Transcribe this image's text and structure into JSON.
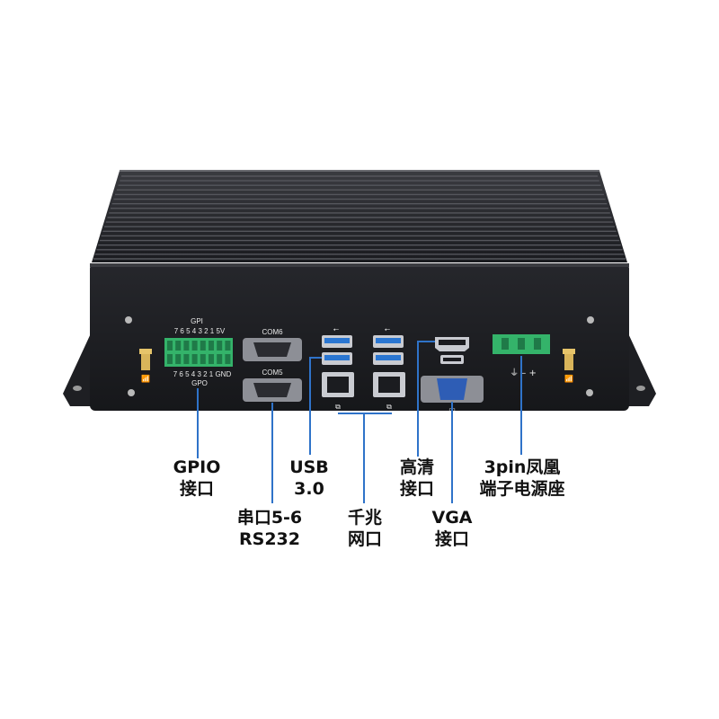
{
  "device": {
    "gpio_top_label": "GPI",
    "gpio_top_pins": "7 6 5 4 3 2 1 5V",
    "gpio_bottom_pins": "7 6 5 4 3 2 1 GND",
    "gpio_bottom_label": "GPO",
    "com_top": "COM6",
    "com_bottom": "COM5",
    "power_symbols": "⏚ – +"
  },
  "callouts": {
    "gpio": [
      "GPIO",
      "接口"
    ],
    "usb": [
      "USB",
      "3.0"
    ],
    "hdmi": [
      "高清",
      "接口"
    ],
    "power": [
      "3pin凤凰",
      "端子电源座"
    ],
    "serial": [
      "串口5-6",
      "RS232"
    ],
    "lan": [
      "千兆",
      "网口"
    ],
    "vga": [
      "VGA",
      "接口"
    ]
  },
  "colors": {
    "chassis": "#1b1c20",
    "terminal_green": "#34b36a",
    "usb_blue": "#2a76d2",
    "vga_blue": "#2e5db5",
    "leader_line": "#2f73c9"
  }
}
